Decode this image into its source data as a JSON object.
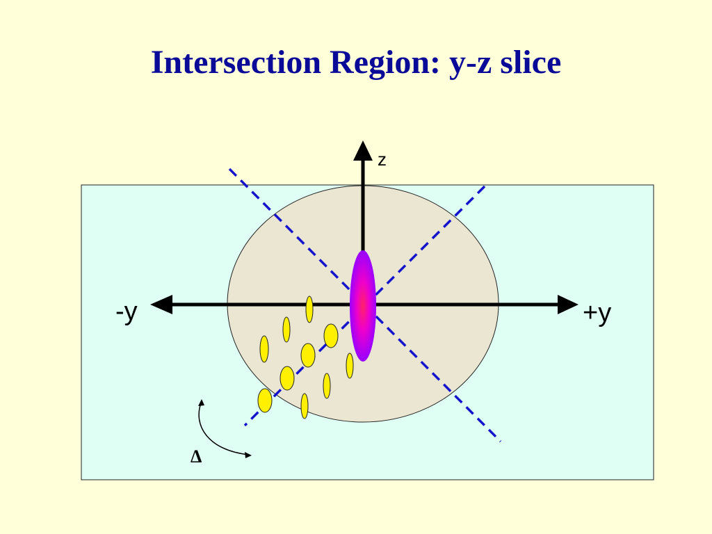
{
  "slide": {
    "title": "Intersection Region: y-z slice"
  },
  "diagram": {
    "axis_labels": {
      "z": "z",
      "neg_y": "-y",
      "pos_y": "+y"
    },
    "rotation_label": "Δ"
  },
  "colors": {
    "background": "#FFFFD9",
    "title": "#0A0A99",
    "panel": "#E0FFF4",
    "disk": "#EAE6D2",
    "dashed_lines": "#1414CC",
    "particles": "#FFF000",
    "core": "#CC00FF"
  }
}
